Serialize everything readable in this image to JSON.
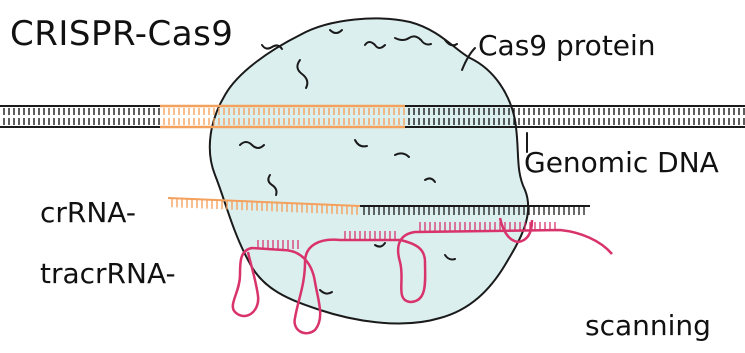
{
  "title": "CRISPR-Cas9",
  "labels": {
    "protein": "Cas9 protein",
    "genomic_dna": "Genomic DNA",
    "crrna": "crRNA-",
    "tracrrna": "tracrRNA-",
    "status": "scanning"
  },
  "colors": {
    "protein_fill": "#dcefef",
    "target_dna": "#f4a15d",
    "crrna_spacer": "#f4a15d",
    "tracrrna": "#d8336b",
    "ink": "#1a1a1a"
  }
}
